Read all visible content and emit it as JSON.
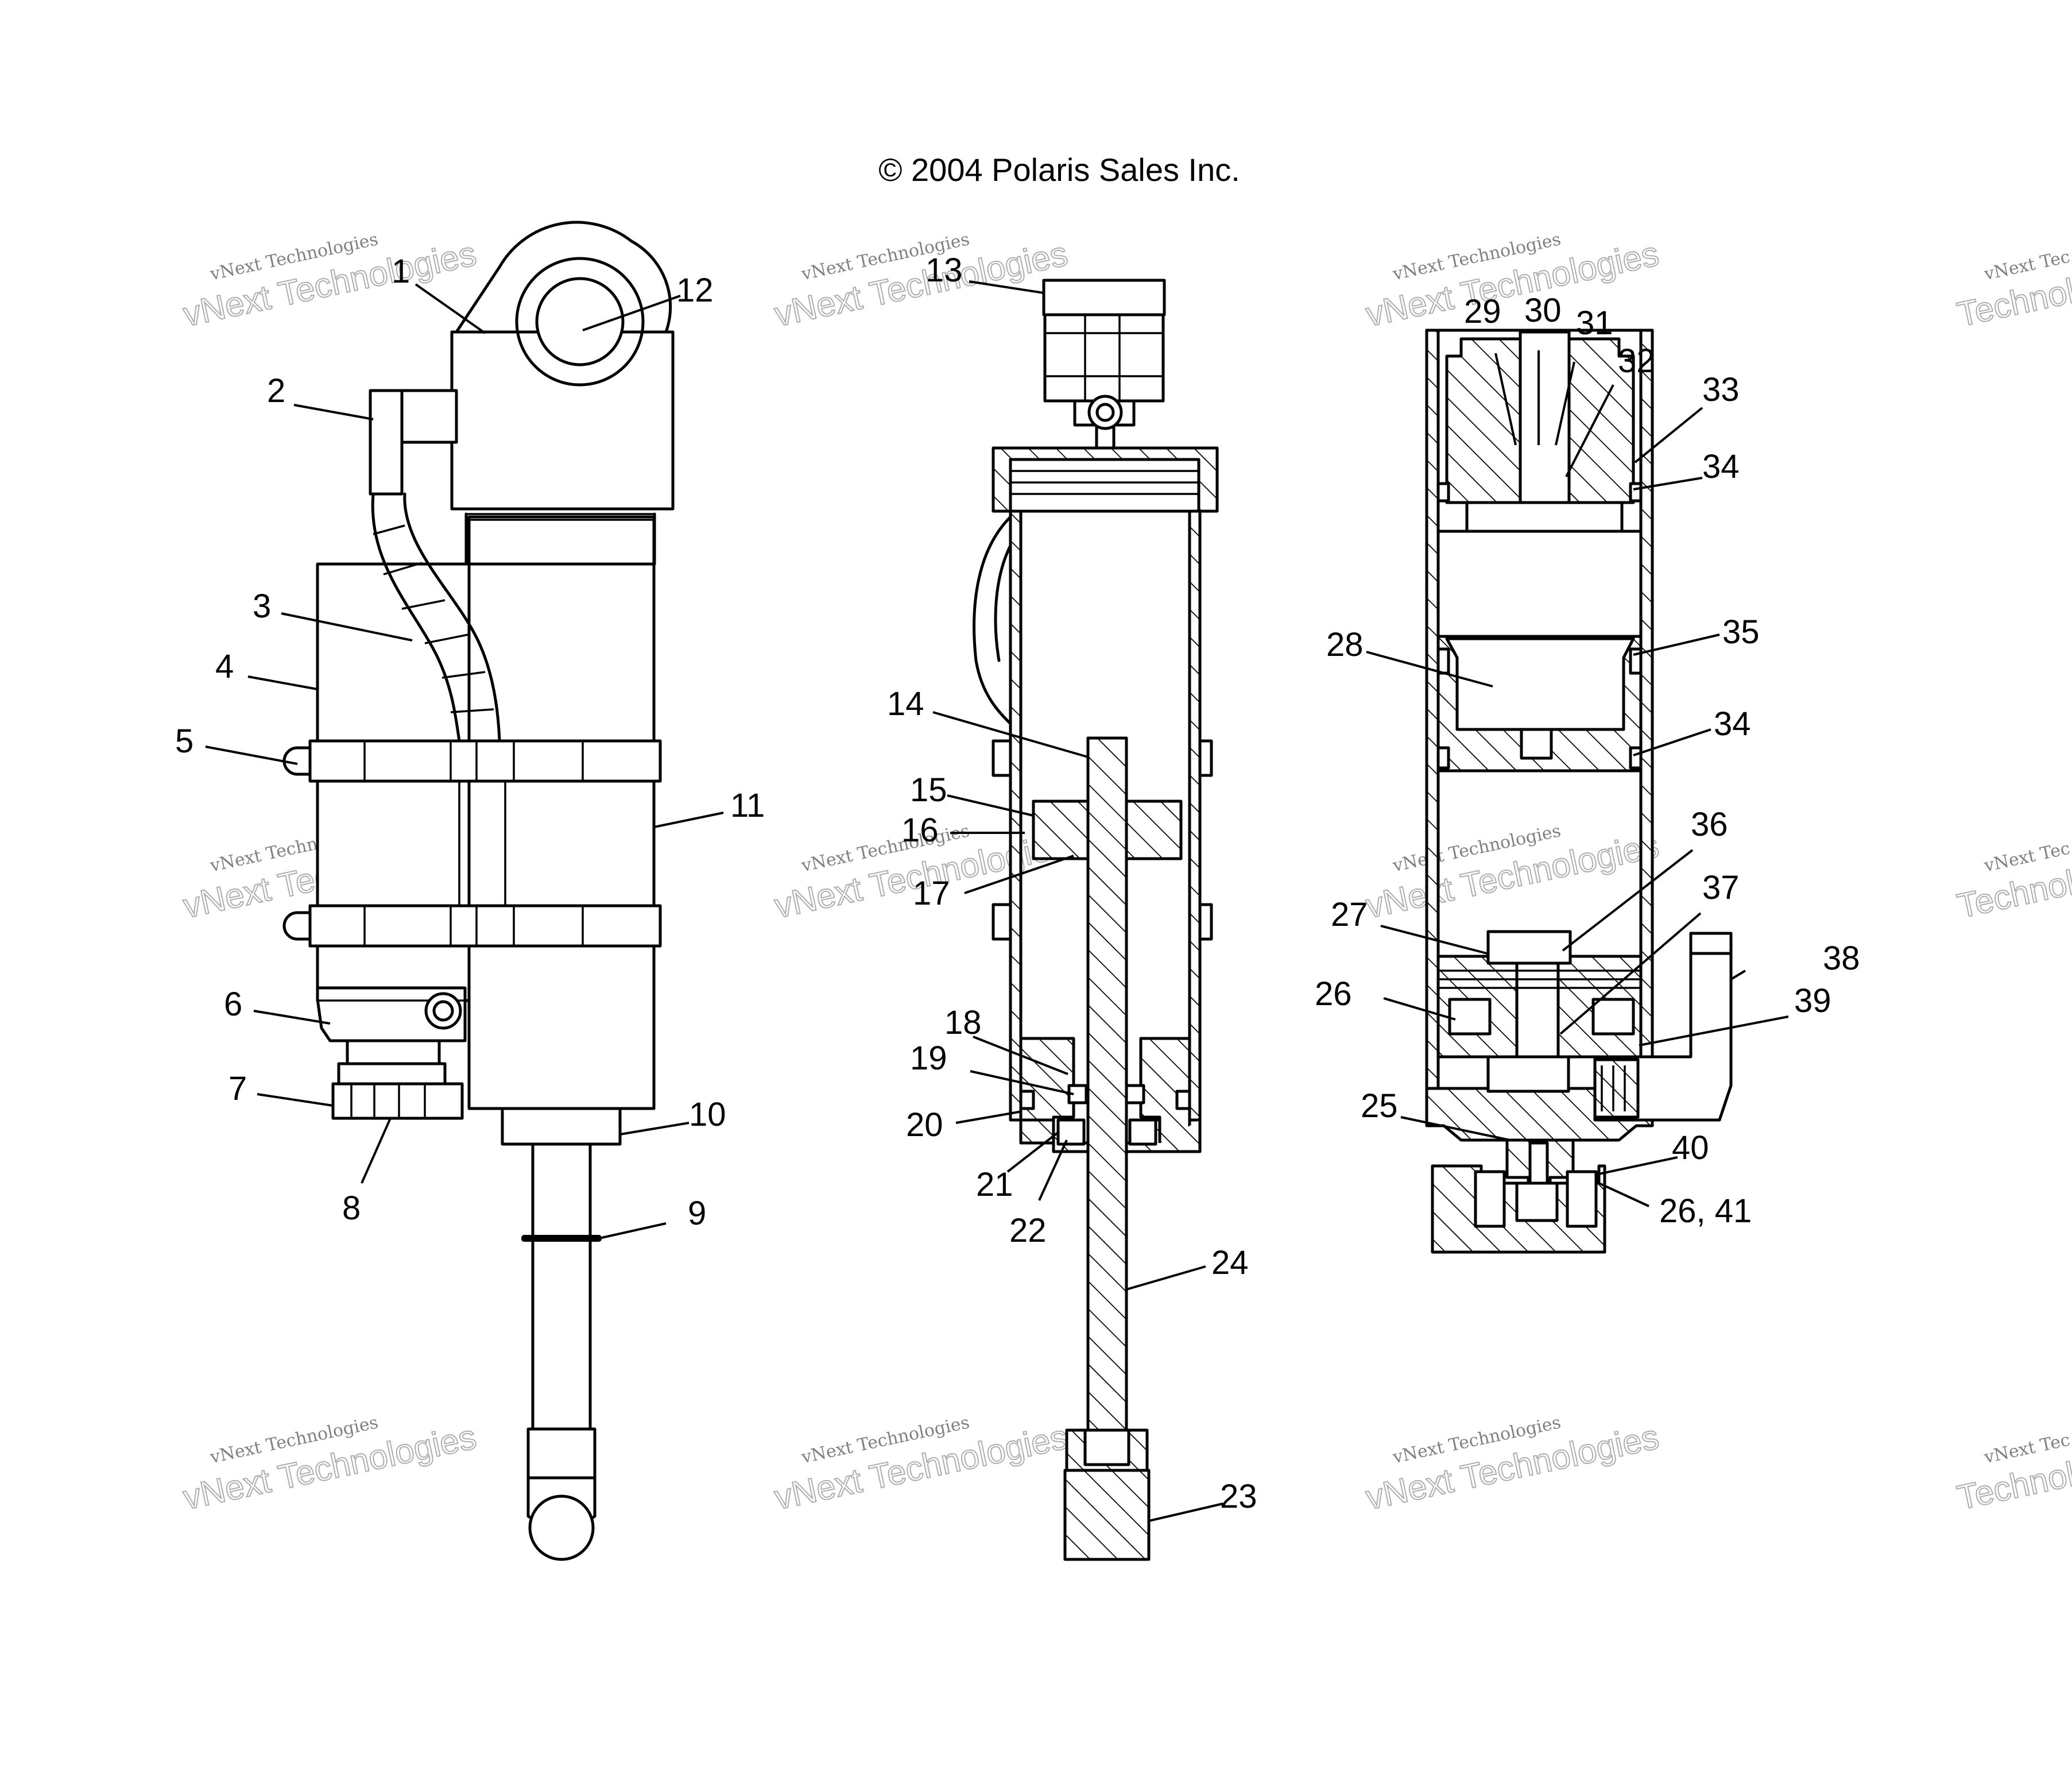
{
  "copyright": "© 2004 Polaris Sales Inc.",
  "watermark": {
    "small": "vNext Technologies",
    "big": "vNext Technologies",
    "small_cut": "vNext Tec",
    "big_cut": "Technolo"
  },
  "callouts": {
    "c1": "1",
    "c2": "2",
    "c3": "3",
    "c4": "4",
    "c5": "5",
    "c6": "6",
    "c7": "7",
    "c8": "8",
    "c9": "9",
    "c10": "10",
    "c11": "11",
    "c12": "12",
    "c13": "13",
    "c14": "14",
    "c15": "15",
    "c16": "16",
    "c17": "17",
    "c18": "18",
    "c19": "19",
    "c20": "20",
    "c21": "21",
    "c22": "22",
    "c23": "23",
    "c24": "24",
    "c25": "25",
    "c26": "26",
    "c27": "27",
    "c28": "28",
    "c29": "29",
    "c30": "30",
    "c31": "31",
    "c32": "32",
    "c33": "33",
    "c34a": "34",
    "c34b": "34",
    "c35": "35",
    "c36": "36",
    "c37": "37",
    "c38": "38",
    "c39": "39",
    "c40": "40",
    "c2641": "26, 41"
  }
}
